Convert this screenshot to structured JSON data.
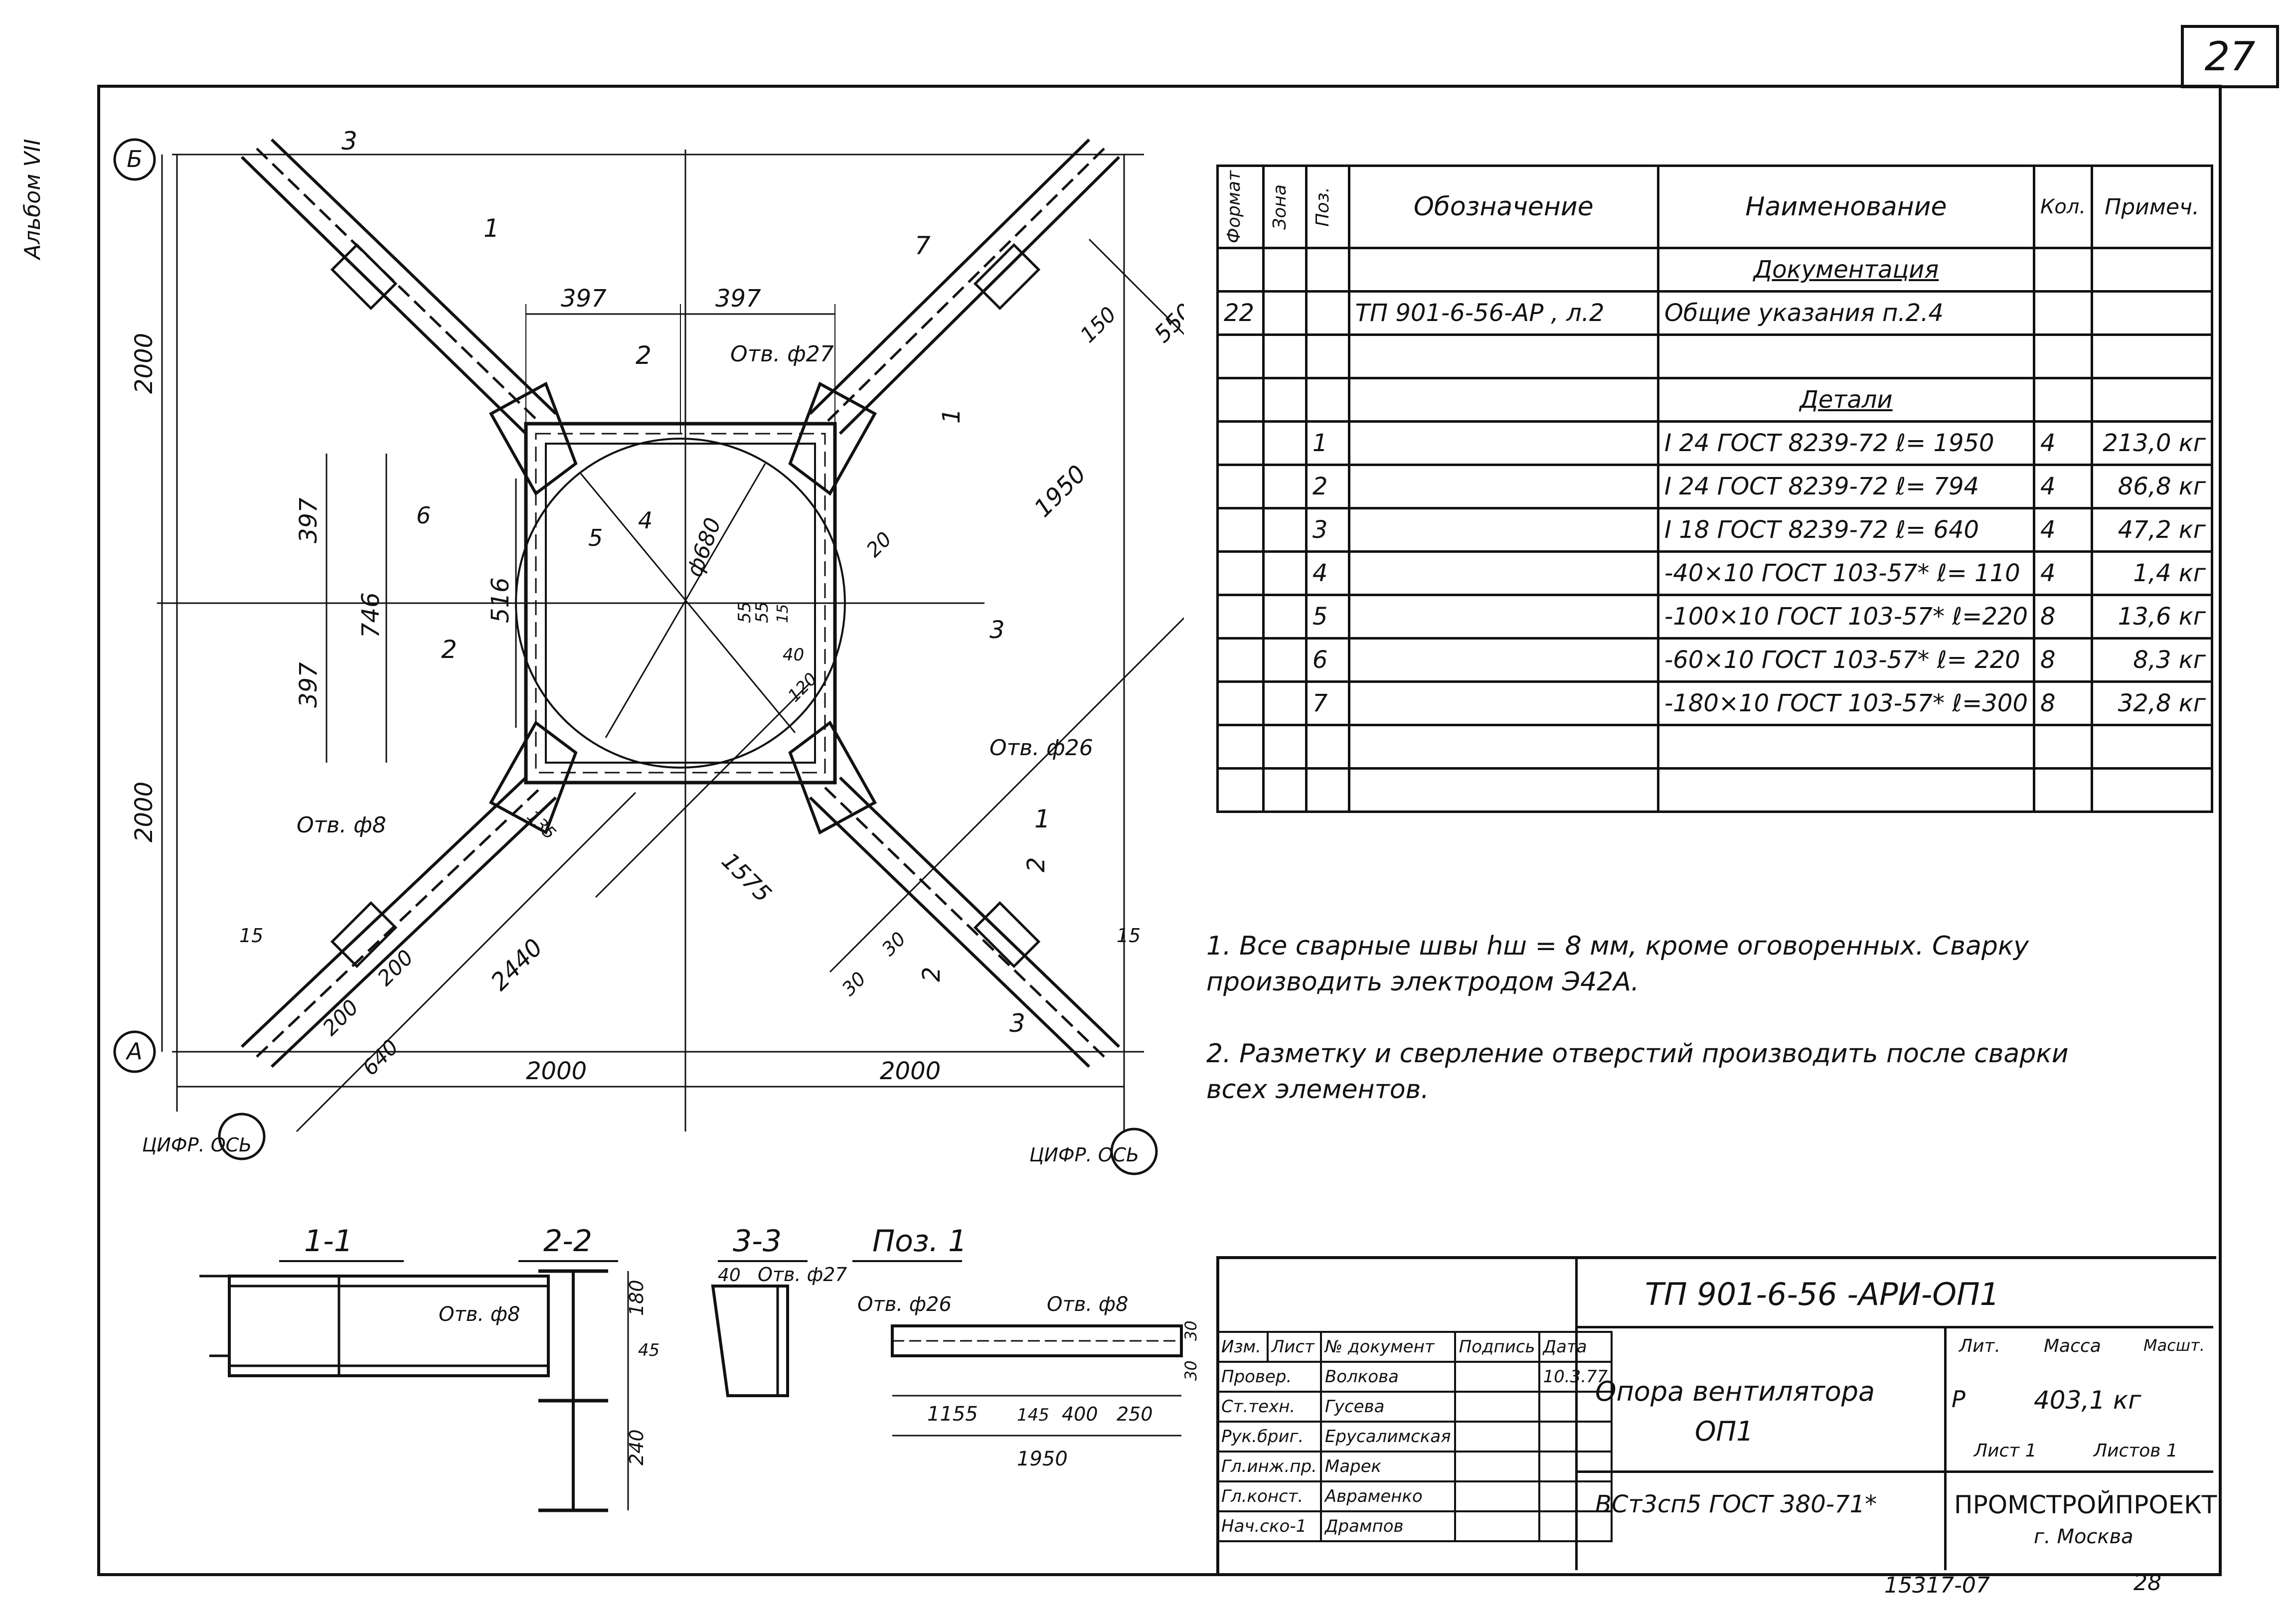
{
  "sheet": {
    "page_number": "27",
    "album": "Альбом VII",
    "doc_code": "ТП 901-6-56 -АРИ-ОП1",
    "archive_no": "15317-07",
    "sheet_no_bottom": "28"
  },
  "plan": {
    "axis_b": "Б",
    "axis_a": "А",
    "axis_note": "ЦИФР. ОСЬ",
    "dims": {
      "d397": "397",
      "d2000": "2000",
      "d746": "746",
      "d516": "516",
      "d1950": "1950",
      "d550": "550",
      "d150": "150",
      "d1575": "1575",
      "d2440": "2440",
      "d640": "640",
      "d200": "200",
      "d15": "15",
      "d30": "30",
      "d20": "20",
      "d40": "40",
      "d55": "55",
      "d15b": "15",
      "d120": "120",
      "d135": "135",
      "phi680": "ф680"
    },
    "holes": {
      "h27": "Отв. ф27",
      "h26": "Отв. ф26",
      "h8": "Отв. ф8"
    },
    "positions": [
      "1",
      "2",
      "3",
      "4",
      "5",
      "6",
      "7"
    ],
    "cuts": {
      "c1": "1",
      "c2": "2",
      "c3": "3"
    }
  },
  "sections": {
    "s11": "1-1",
    "s22": "2-2",
    "s33": "3-3",
    "poz1": "Поз. 1",
    "s22_dims": {
      "d45": "45",
      "d180": "180",
      "d240": "240",
      "h8": "Отв. ф8"
    },
    "s33_dims": {
      "d40": "40",
      "h27": "Отв. ф27"
    },
    "poz1_dims": {
      "h26": "Отв. ф26",
      "h8": "Отв. ф8",
      "d1155": "1155",
      "d145": "145",
      "d400": "400",
      "d250": "250",
      "d1950": "1950",
      "d30a": "30",
      "d30b": "30"
    }
  },
  "spec_table": {
    "headers": {
      "format": "Формат",
      "zone": "Зона",
      "pos": "Поз.",
      "designation": "Обозначение",
      "name": "Наименование",
      "qty": "Кол.",
      "note": "Примеч."
    },
    "section_docs": "Документация",
    "doc_row": {
      "format": "22",
      "designation": "ТП 901-6-56-АР , л.2",
      "name": "Общие указания п.2.4"
    },
    "section_details": "Детали",
    "rows": [
      {
        "pos": "1",
        "name": "I 24 ГОСТ 8239-72 ℓ= 1950",
        "qty": "4",
        "note": "213,0 кг"
      },
      {
        "pos": "2",
        "name": "I 24 ГОСТ 8239-72 ℓ= 794",
        "qty": "4",
        "note": "86,8 кг"
      },
      {
        "pos": "3",
        "name": "I 18 ГОСТ 8239-72 ℓ= 640",
        "qty": "4",
        "note": "47,2 кг"
      },
      {
        "pos": "4",
        "name": "-40×10 ГОСТ 103-57* ℓ= 110",
        "qty": "4",
        "note": "1,4 кг"
      },
      {
        "pos": "5",
        "name": "-100×10 ГОСТ 103-57* ℓ=220",
        "qty": "8",
        "note": "13,6 кг"
      },
      {
        "pos": "6",
        "name": "-60×10 ГОСТ 103-57* ℓ= 220",
        "qty": "8",
        "note": "8,3 кг"
      },
      {
        "pos": "7",
        "name": "-180×10 ГОСТ 103-57* ℓ=300",
        "qty": "8",
        "note": "32,8 кг"
      }
    ]
  },
  "notes": [
    "1. Все сварные швы hш = 8 мм, кроме оговоренных. Сварку\n   производить электродом Э42А.",
    "2. Разметку и сверление отверстий производить после сварки\n   всех элементов."
  ],
  "title_block": {
    "header_cols": [
      "Изм.",
      "Лист",
      "№ документ",
      "Подпись",
      "Дата"
    ],
    "people": [
      {
        "role": "Провер.",
        "name": "Волкова",
        "date": "10.3.77"
      },
      {
        "role": "Ст.техн.",
        "name": "Гусева",
        "date": ""
      },
      {
        "role": "Рук.бриг.",
        "name": "Ерусалимская",
        "date": ""
      },
      {
        "role": "Гл.инж.пр.",
        "name": "Марек",
        "date": ""
      },
      {
        "role": "Гл.конст.",
        "name": "Авраменко",
        "date": ""
      },
      {
        "role": "Нач.ско-1",
        "name": "Дрампов",
        "date": ""
      }
    ],
    "title": "Опора вентилятора",
    "title2": "ОП1",
    "material": "ВСт3сп5 ГОСТ 380-71*",
    "lit_label": "Лит.",
    "lit_value": "Р",
    "mass_label": "Масса",
    "mass_value": "403,1 кг",
    "scale_label": "Масшт.",
    "sheet_label": "Лист 1",
    "sheets_label": "Листов 1",
    "org": "ПРОМСТРОЙПРОЕКТ",
    "city": "г. Москва"
  }
}
